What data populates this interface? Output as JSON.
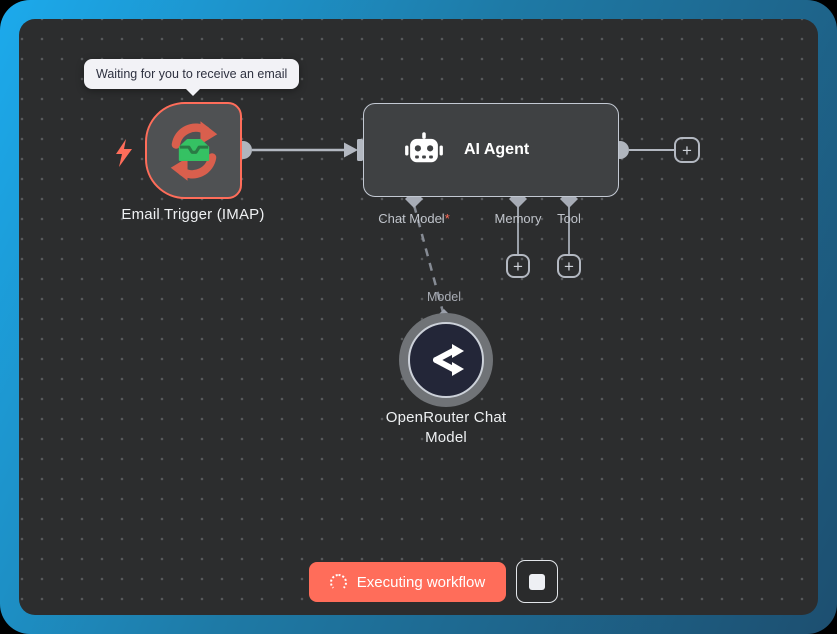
{
  "canvas": {
    "background": "#2c2d2e",
    "dot_color": "#57595b",
    "frame_gradient_start": "#1caaec",
    "frame_gradient_end": "#1d4f70"
  },
  "tooltip": {
    "text": "Waiting for you to receive an email"
  },
  "email_trigger": {
    "label": "Email Trigger (IMAP)",
    "accent": "#ff6d5a",
    "icon": "email-sync-icon",
    "trigger_icon": "lightning-bolt-icon"
  },
  "ai_agent": {
    "label": "AI Agent",
    "icon": "robot-icon",
    "ports": [
      {
        "label": "Chat Model",
        "required_marker": "*"
      },
      {
        "label": "Memory",
        "required_marker": ""
      },
      {
        "label": "Tool",
        "required_marker": ""
      }
    ]
  },
  "openrouter": {
    "label": "OpenRouter Chat Model",
    "port_label": "Model",
    "icon": "openrouter-icon"
  },
  "plus_button": {
    "glyph": "+"
  },
  "toolbar": {
    "executing": {
      "label": "Executing workflow",
      "bg": "#ff6d5a",
      "icon": "spinner-icon"
    },
    "stop": {
      "icon": "stop-icon"
    }
  }
}
